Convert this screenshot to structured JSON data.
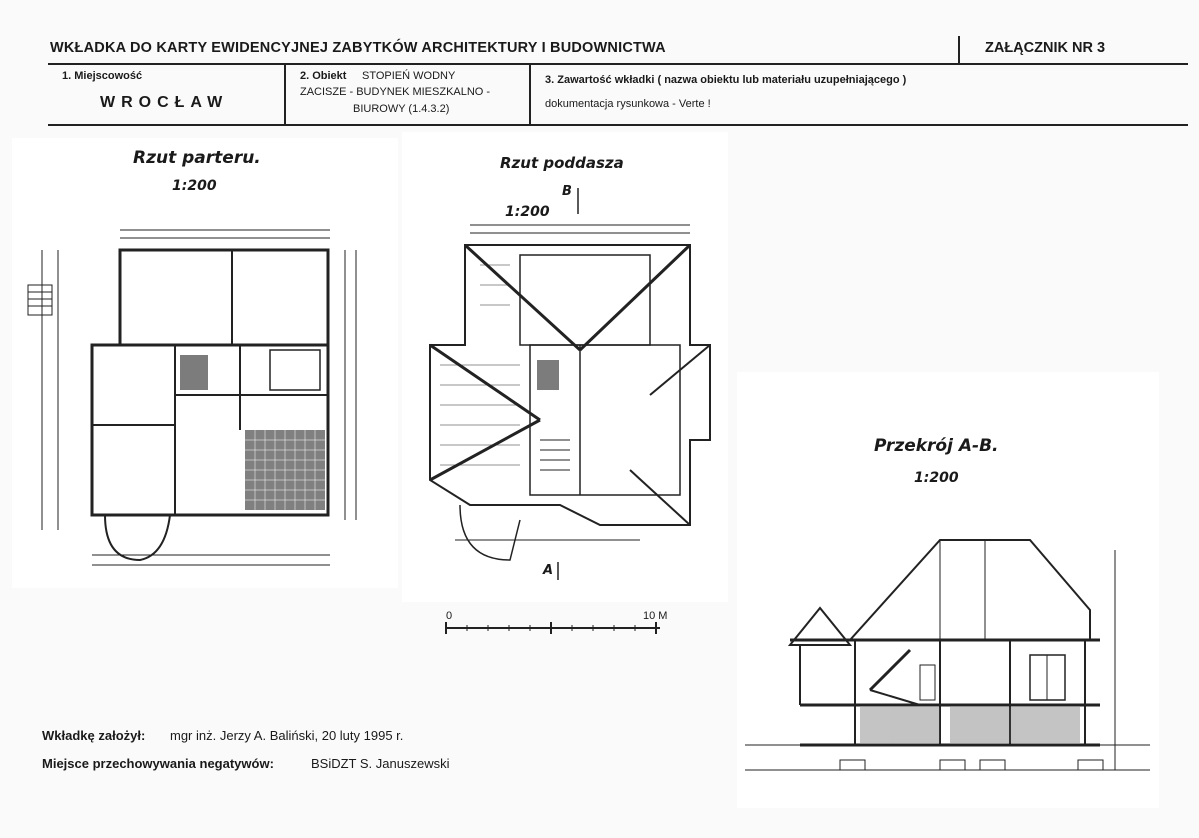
{
  "header": {
    "title": "WKŁADKA DO KARTY EWIDENCYJNEJ ZABYTKÓW ARCHITEKTURY I BUDOWNICTWA",
    "annex": "ZAŁĄCZNIK NR 3"
  },
  "fields": {
    "locality_label": "1. Miejscowość",
    "locality_value": "WROCŁAW",
    "object_label": "2. Obiekt",
    "object_line1": "STOPIEŃ WODNY",
    "object_line2": "ZACISZE  - BUDYNEK MIESZKALNO -",
    "object_line3": "BIUROWY (1.4.3.2)",
    "content_label": "3. Zawartość wkładki ( nazwa obiektu lub materiału uzupełniającego )",
    "content_value": "dokumentacja rysunkowa - Verte !"
  },
  "drawings": {
    "ground_title": "Rzut parteru.",
    "ground_scale": "1:200",
    "attic_title": "Rzut poddasza",
    "attic_scale": "1:200",
    "section_title": "Przekrój A-B.",
    "section_scale": "1:200",
    "marker_b": "B",
    "marker_a": "A",
    "scalebar_start": "0",
    "scalebar_end": "10 M"
  },
  "footer": {
    "founder_label": "Wkładkę założył:",
    "founder_value": "mgr inż. Jerzy A. Baliński, 20 luty 1995 r.",
    "storage_label": "Miejsce przechowywania negatywów:",
    "storage_value": "BSiDZT  S. Januszewski"
  }
}
